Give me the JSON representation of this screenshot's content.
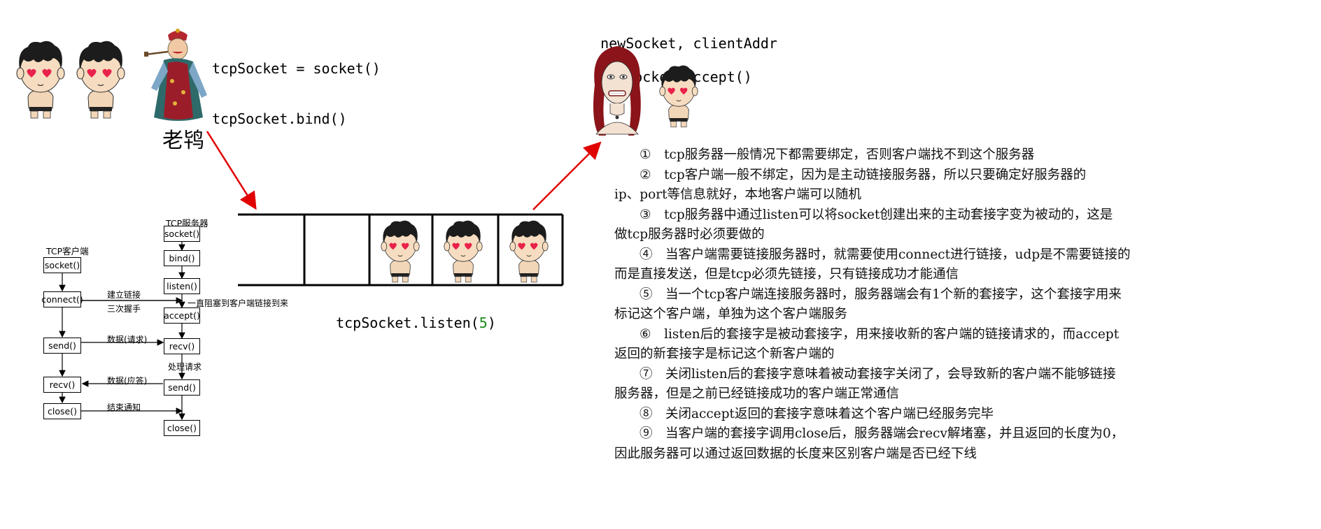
{
  "top_left_code": {
    "line1": "tcpSocket = socket()",
    "line2": "tcpSocket.bind()"
  },
  "madam_label": "老鸨",
  "accept_code": {
    "lhs": "newSocket, clientAddr",
    "eq": "=",
    "rhs": "tcpSocket.accept()"
  },
  "listen_code": {
    "prefix": "tcpSocket.listen(",
    "arg": "5",
    "suffix": ")"
  },
  "queue": {
    "slots": [
      "empty",
      "empty",
      "client",
      "client",
      "client"
    ]
  },
  "flowchart": {
    "client_title": "TCP客户端",
    "server_title": "TCP服务器",
    "client_nodes": [
      "socket()",
      "connect()",
      "send()",
      "recv()",
      "close()"
    ],
    "server_nodes": [
      "socket()",
      "bind()",
      "listen()",
      "accept()",
      "recv()",
      "send()",
      "close()"
    ],
    "edge_labels": {
      "connect": "建立链接",
      "handshake": "三次握手",
      "block": "一直阻塞到客户端链接到来",
      "request": "数据(请求)",
      "process": "处理请求",
      "response": "数据(应答)",
      "finish": "结束通知"
    }
  },
  "notes": [
    "①　tcp服务器一般情况下都需要绑定，否则客户端找不到这个服务器",
    "②　tcp客户端一般不绑定，因为是主动链接服务器，所以只要确定好服务器的",
    "ip、port等信息就好，本地客户端可以随机",
    "③　tcp服务器中通过listen可以将socket创建出来的主动套接字变为被动的，这是",
    "做tcp服务器时必须要做的",
    "④　当客户端需要链接服务器时，就需要使用connect进行链接，udp是不需要链接的",
    "而是直接发送，但是tcp必须先链接，只有链接成功才能通信",
    "⑤　当一个tcp客户端连接服务器时，服务器端会有1个新的套接字，这个套接字用来",
    "标记这个客户端，单独为这个客户端服务",
    "⑥　listen后的套接字是被动套接字，用来接收新的客户端的链接请求的，而accept",
    "返回的新套接字是标记这个新客户端的",
    "⑦　关闭listen后的套接字意味着被动套接字关闭了，会导致新的客户端不能够链接",
    "服务器，但是之前已经链接成功的客户端正常通信",
    "⑧　关闭accept返回的套接字意味着这个客户端已经服务完毕",
    "⑨　当客户端的套接字调用close后，服务器端会recv解堵塞，并且返回的长度为0，",
    "因此服务器可以通过返回数据的长度来区别客户端是否已经下线"
  ],
  "colors": {
    "arrow": "#e00000",
    "code_keyword": "#1f5fbf",
    "code_number": "#1a8a1a"
  }
}
